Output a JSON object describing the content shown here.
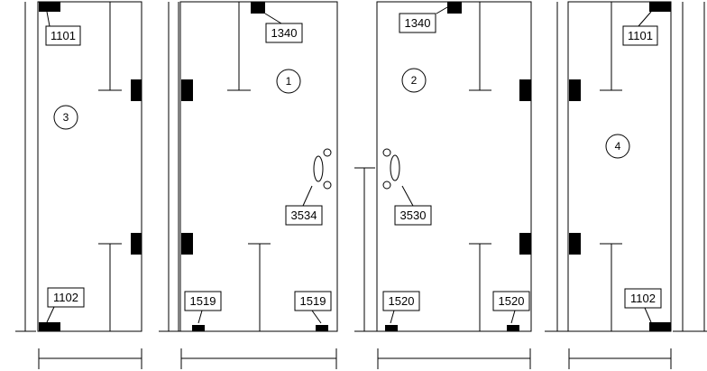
{
  "panels": [
    {
      "number": "3",
      "labels": {
        "top": "1101",
        "bottom": "1102"
      }
    },
    {
      "number": "1",
      "labels": {
        "top": "1340",
        "handle": "3534",
        "bottom_left": "1519",
        "bottom_right": "1519"
      }
    },
    {
      "number": "2",
      "labels": {
        "top": "1340",
        "handle": "3530",
        "bottom_left": "1520",
        "bottom_right": "1520"
      }
    },
    {
      "number": "4",
      "labels": {
        "top": "1101",
        "bottom": "1102"
      }
    }
  ]
}
